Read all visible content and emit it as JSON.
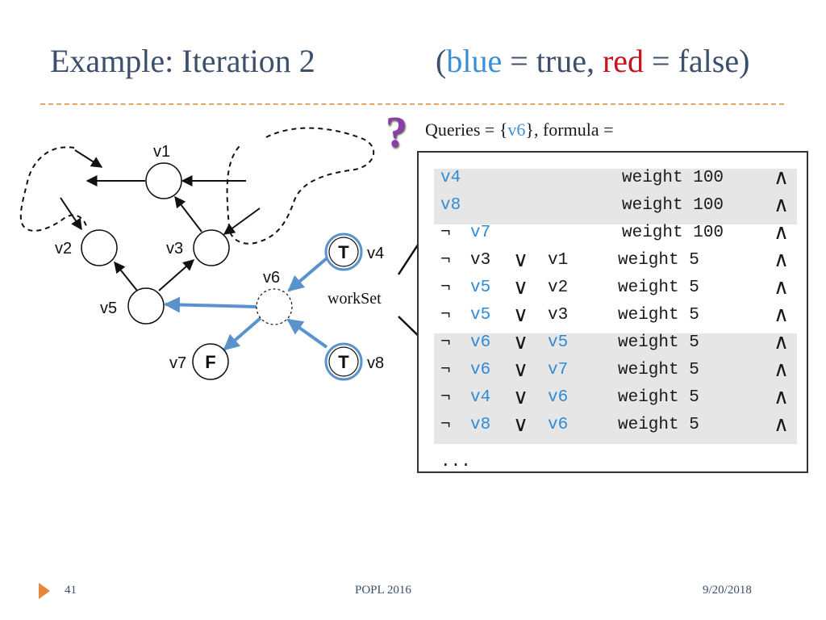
{
  "title": {
    "main": "Example: Iteration 2",
    "legend_open": "(",
    "legend_blue": "blue",
    "legend_eq_true": " = true, ",
    "legend_red": "red",
    "legend_eq_false": " = false)"
  },
  "queries": {
    "prefix": "Queries = {",
    "query_node": "v6",
    "suffix": "}, formula ="
  },
  "diagram": {
    "nodes": [
      {
        "name": "v1",
        "label": "v1"
      },
      {
        "name": "v2",
        "label": "v2"
      },
      {
        "name": "v3",
        "label": "v3"
      },
      {
        "name": "v4",
        "label": "v4",
        "value": "T"
      },
      {
        "name": "v5",
        "label": "v5"
      },
      {
        "name": "v6",
        "label": "v6"
      },
      {
        "name": "v7",
        "label": "v7",
        "value": "F"
      },
      {
        "name": "v8",
        "label": "v8",
        "value": "T"
      }
    ],
    "workset_label": "workSet",
    "colors": {
      "highlight_edge": "#5a93cc",
      "node_ring": "#5a93cc"
    }
  },
  "formula_rows": [
    {
      "neg": "",
      "a": "v4",
      "a_blue": true,
      "or": "",
      "b": "",
      "b_blue": false,
      "weight": "weight 100",
      "and": "∧",
      "highlight": true
    },
    {
      "neg": "",
      "a": "v8",
      "a_blue": true,
      "or": "",
      "b": "",
      "b_blue": false,
      "weight": "weight 100",
      "and": "∧",
      "highlight": true
    },
    {
      "neg": "¬",
      "a": "v7",
      "a_blue": true,
      "or": "",
      "b": "",
      "b_blue": false,
      "weight": "weight 100",
      "and": "∧",
      "highlight": false
    },
    {
      "neg": "¬",
      "a": "v3",
      "a_blue": false,
      "or": "∨",
      "b": "v1",
      "b_blue": false,
      "weight": "weight 5",
      "and": "∧",
      "highlight": false
    },
    {
      "neg": "¬",
      "a": "v5",
      "a_blue": true,
      "or": "∨",
      "b": "v2",
      "b_blue": false,
      "weight": "weight 5",
      "and": "∧",
      "highlight": false
    },
    {
      "neg": "¬",
      "a": "v5",
      "a_blue": true,
      "or": "∨",
      "b": "v3",
      "b_blue": false,
      "weight": "weight 5",
      "and": "∧",
      "highlight": false
    },
    {
      "neg": "¬",
      "a": "v6",
      "a_blue": true,
      "or": "∨",
      "b": "v5",
      "b_blue": true,
      "weight": "weight 5",
      "and": "∧",
      "highlight": true
    },
    {
      "neg": "¬",
      "a": "v6",
      "a_blue": true,
      "or": "∨",
      "b": "v7",
      "b_blue": true,
      "weight": "weight 5",
      "and": "∧",
      "highlight": true
    },
    {
      "neg": "¬",
      "a": "v4",
      "a_blue": true,
      "or": "∨",
      "b": "v6",
      "b_blue": true,
      "weight": "weight 5",
      "and": "∧",
      "highlight": true
    },
    {
      "neg": "¬",
      "a": "v8",
      "a_blue": true,
      "or": "∨",
      "b": "v6",
      "b_blue": true,
      "weight": "weight 5",
      "and": "∧",
      "highlight": true
    }
  ],
  "formula_ellipsis": "...",
  "footer": {
    "slide_number": "41",
    "conference": "POPL 2016",
    "date": "9/20/2018"
  },
  "colors": {
    "title": "#3c4f6b",
    "blue": "#2f8bd6",
    "red": "#c8141e",
    "accent": "#e3873a",
    "row_highlight": "#e6e6e6"
  }
}
